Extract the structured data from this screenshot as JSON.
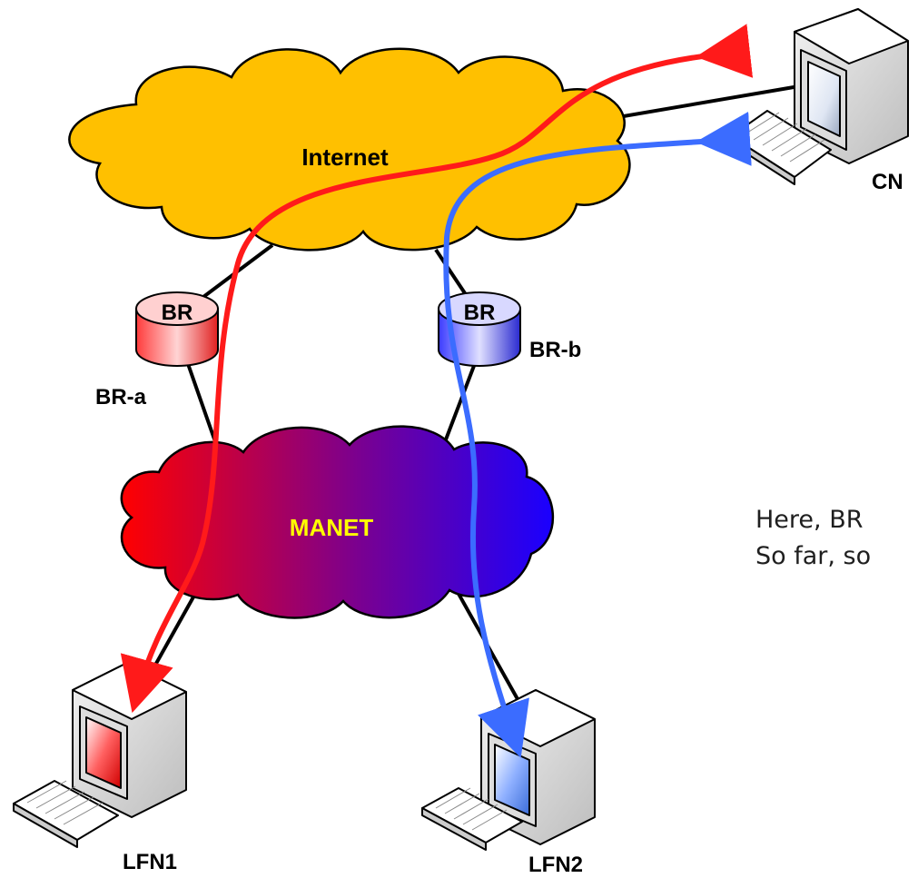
{
  "labels": {
    "internet": "Internet",
    "manet": "MANET",
    "cn": "CN",
    "br_a_badge": "BR",
    "br_b_badge": "BR",
    "br_a_name": "BR-a",
    "br_b_name": "BR-b",
    "lfn1": "LFN1",
    "lfn2": "LFN2"
  },
  "notes": [
    "Here, BR",
    "So far, so"
  ],
  "colors": {
    "internet_cloud": "#ffc000",
    "manet_gradient_start": "#ff0000",
    "manet_gradient_end": "#1a00ff",
    "red_path": "#ff1a1a",
    "blue_path": "#3b6cff",
    "manet_label": "#ffff00"
  }
}
